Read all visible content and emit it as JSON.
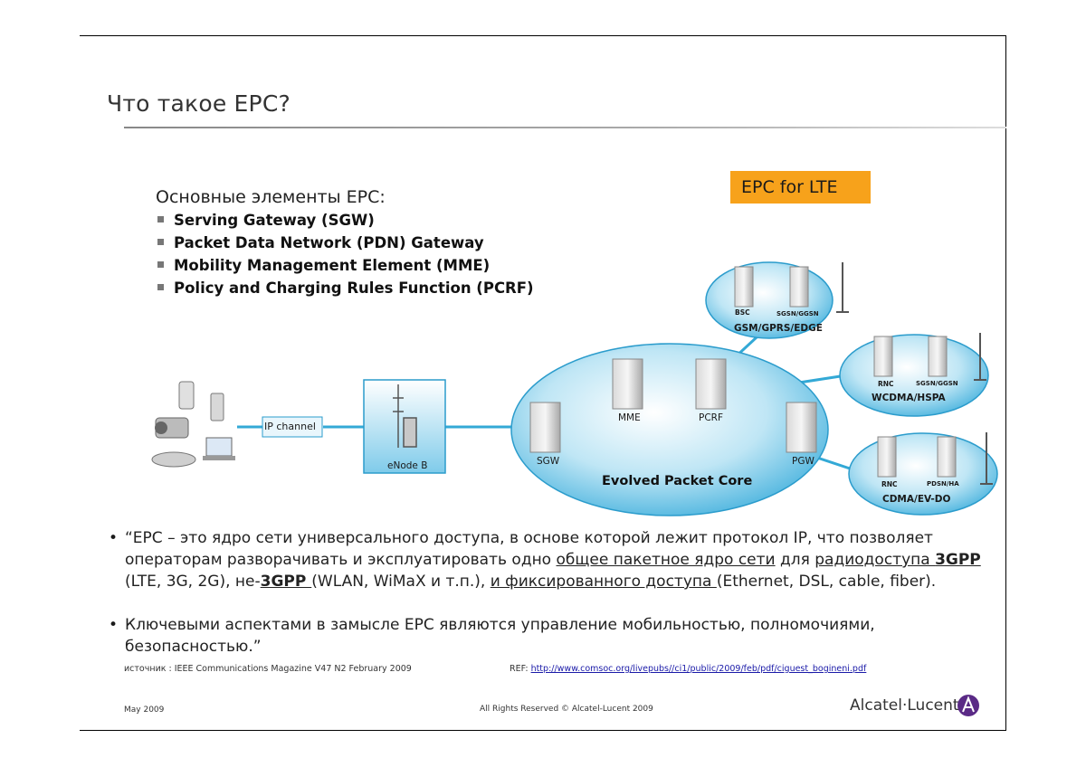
{
  "slide": {
    "title": "Что такое EPC?",
    "badge": "EPC for LTE",
    "list_heading": "Основные элементы EPC:",
    "list_items": [
      "Serving Gateway (SGW)",
      "Packet Data Network (PDN) Gateway",
      "Mobility Management Element (MME)",
      "Policy and Charging Rules Function (PCRF)"
    ]
  },
  "diagram": {
    "ip_channel": "IP channel",
    "enodeb": "eNode B",
    "core_label": "Evolved Packet Core",
    "core_nodes": [
      "SGW",
      "MME",
      "PCRF",
      "PGW"
    ],
    "access_networks": [
      {
        "name": "GSM/GPRS/EDGE",
        "nodes": [
          "BSC",
          "SGSN/GGSN"
        ]
      },
      {
        "name": "WCDMA/HSPA",
        "nodes": [
          "RNC",
          "SGSN/GGSN"
        ]
      },
      {
        "name": "CDMA/EV-DO",
        "nodes": [
          "RNC",
          "PDSN/HA"
        ]
      }
    ]
  },
  "paragraphs": {
    "p1_a": "“EPC – это ядро сети универсального доступа, в основе которой лежит протокол IP,  что позволяет",
    "p1_b1": "операторам разворачивать и эксплуатировать одно ",
    "p1_b2": "общее пакетное ядро сети",
    "p1_b3": " для ",
    "p1_b4": "радиодоступа ",
    "p1_b5": "3GPP",
    "p1_c1": "(LTE, 3G, 2G), не-",
    "p1_c2": "3GPP ",
    "p1_c3": "(WLAN, WiMaX и т.п.), ",
    "p1_c4": "и фиксированного доступа ",
    "p1_c5": "(Ethernet, DSL, cable, fiber).",
    "p2_a": "Ключевыми аспектами в замысле EPC являются управление мобильностью, полномочиями,",
    "p2_b": "безопасностью.”"
  },
  "footer": {
    "source": "источник : IEEE Communications Magazine V47 N2 February 2009",
    "ref_label": "REF:",
    "ref_url": "http://www.comsoc.org/livepubs//ci1/public/2009/feb/pdf/ciguest_bogineni.pdf",
    "date": "May 2009",
    "rights": "All Rights Reserved © Alcatel-Lucent 2009",
    "logo": "Alcatel·Lucent"
  }
}
